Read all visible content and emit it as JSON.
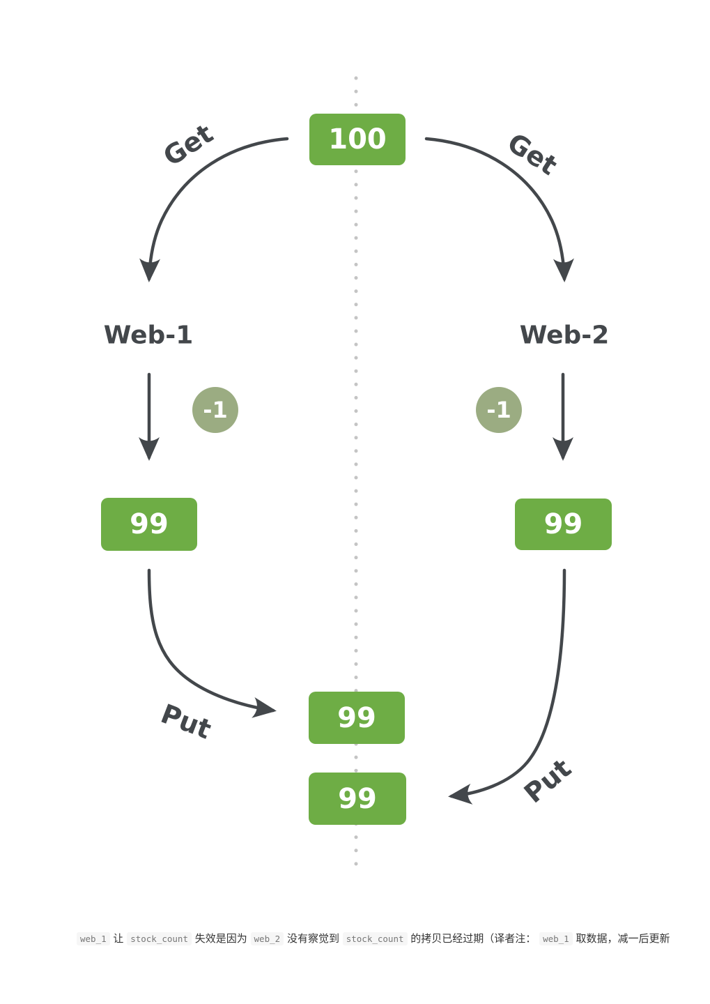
{
  "colors": {
    "box_green": "#6ead45",
    "circle_sage": "#9bac82",
    "arrow_dark": "#43474b",
    "dot_gray": "#c4c4c4",
    "caption_text": "#333333",
    "code_bg": "#f6f6f6",
    "code_text": "#777777"
  },
  "diagram": {
    "top_value": "100",
    "left": {
      "get_label": "Get",
      "node_label": "Web-1",
      "decrement_label": "-1",
      "value_after": "99",
      "put_label": "Put"
    },
    "right": {
      "get_label": "Get",
      "node_label": "Web-2",
      "decrement_label": "-1",
      "value_after": "99",
      "put_label": "Put"
    },
    "center": {
      "first_put_value": "99",
      "second_put_value": "99"
    }
  },
  "caption": {
    "segments": [
      {
        "type": "code",
        "text": "web_1"
      },
      {
        "type": "text",
        "text": " 让 "
      },
      {
        "type": "code",
        "text": "stock_count"
      },
      {
        "type": "text",
        "text": " 失效是因为 "
      },
      {
        "type": "code",
        "text": "web_2"
      },
      {
        "type": "text",
        "text": " 没有察觉到 "
      },
      {
        "type": "code",
        "text": "stock_count"
      },
      {
        "type": "text",
        "text": " 的拷贝已经过期（译者注： "
      },
      {
        "type": "code",
        "text": "web_1"
      },
      {
        "type": "text",
        "text": " 取数据，减一后更新"
      }
    ]
  }
}
